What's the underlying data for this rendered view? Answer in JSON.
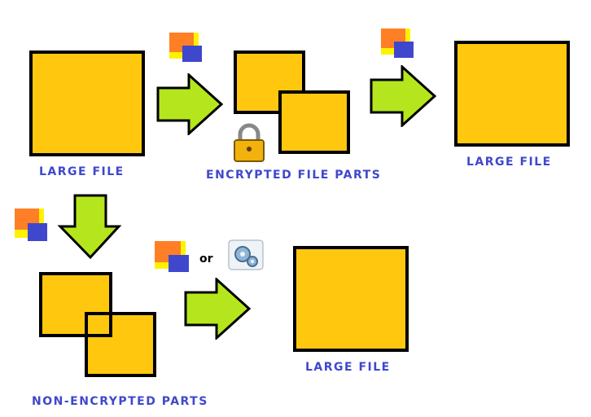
{
  "labels": {
    "large_file_1": "LARGE FILE",
    "encrypted_parts": "ENCRYPTED FILE PARTS",
    "large_file_2": "LARGE FILE",
    "non_encrypted_parts": "NON-ENCRYPTED PARTS",
    "large_file_3": "LARGE FILE",
    "or": "or"
  },
  "colors": {
    "file_fill": "#FFC80E",
    "arrow_fill": "#B5E61D",
    "label_text": "#3F48CC",
    "logo_orange": "#FF7F27",
    "logo_blue": "#3F48CC",
    "logo_yellow": "#FFF200"
  },
  "icons": [
    "app-logo-icon",
    "padlock-icon",
    "gears-icon",
    "arrow-right-icon",
    "arrow-down-icon"
  ]
}
